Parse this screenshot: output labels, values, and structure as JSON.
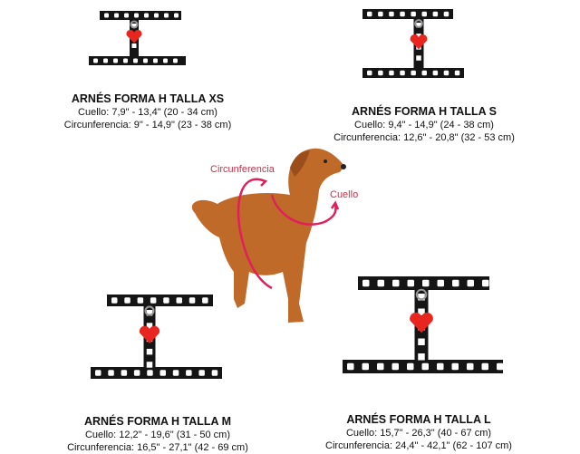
{
  "products": [
    {
      "title": "ARNÉS FORMA H TALLA XS",
      "neck": "Cuello: 7,9\" - 13,4\" (20 - 34 cm)",
      "girth": "Circunferencia: 9\" - 14,9\" (23 - 38 cm)"
    },
    {
      "title": "ARNÉS FORMA H TALLA S",
      "neck": "Cuello: 9,4\" - 14,9\" (24 - 38 cm)",
      "girth": "Circunferencia: 12,6\" - 20,8\" (32 - 53 cm)"
    },
    {
      "title": "ARNÉS FORMA H TALLA M",
      "neck": "Cuello: 12,2\" - 19,6\" (31 - 50 cm)",
      "girth": "Circunferencia: 16,5\" - 27,1\" (42 - 69 cm)"
    },
    {
      "title": "ARNÉS FORMA H TALLA L",
      "neck": "Cuello: 15,7\" - 26,3\" (40 - 67 cm)",
      "girth": "Circunferencia: 24,4\" - 42,1\" (62 - 107 cm)"
    }
  ],
  "annotations": {
    "girth": "Circunferencia",
    "neck": "Cuello"
  },
  "colors": {
    "strap": "#151515",
    "heart": "#e8261f",
    "dog": "#c06a2a",
    "annotation": "#e0205a"
  }
}
